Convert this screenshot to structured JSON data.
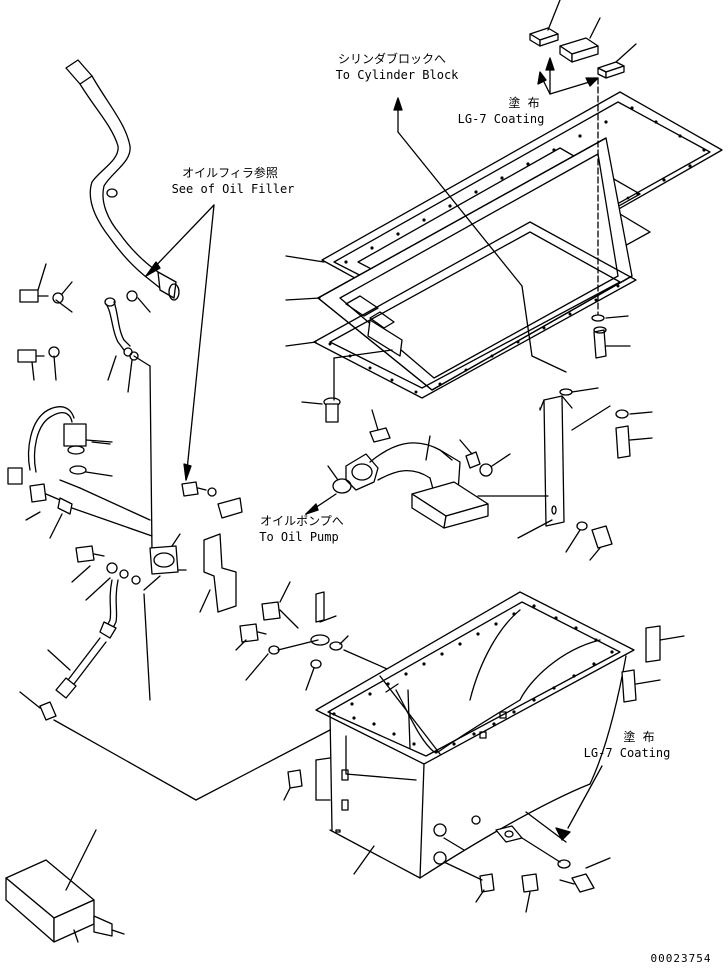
{
  "callouts": {
    "cylinder_block": {
      "jp": "シリンダブロックへ",
      "en": "To Cylinder Block"
    },
    "coating_top": {
      "jp": "塗 布",
      "en": "LG-7 Coating"
    },
    "oil_filler": {
      "jp": "オイルフィラ参照",
      "en": "See of Oil Filler"
    },
    "oil_pump": {
      "jp": "オイルポンプへ",
      "en": "To Oil Pump"
    },
    "coating_bottom": {
      "jp": "塗 布",
      "en": "LG-7 Coating"
    }
  },
  "drawing_number": "00023754",
  "colors": {
    "line": "#000000",
    "background": "#ffffff"
  }
}
